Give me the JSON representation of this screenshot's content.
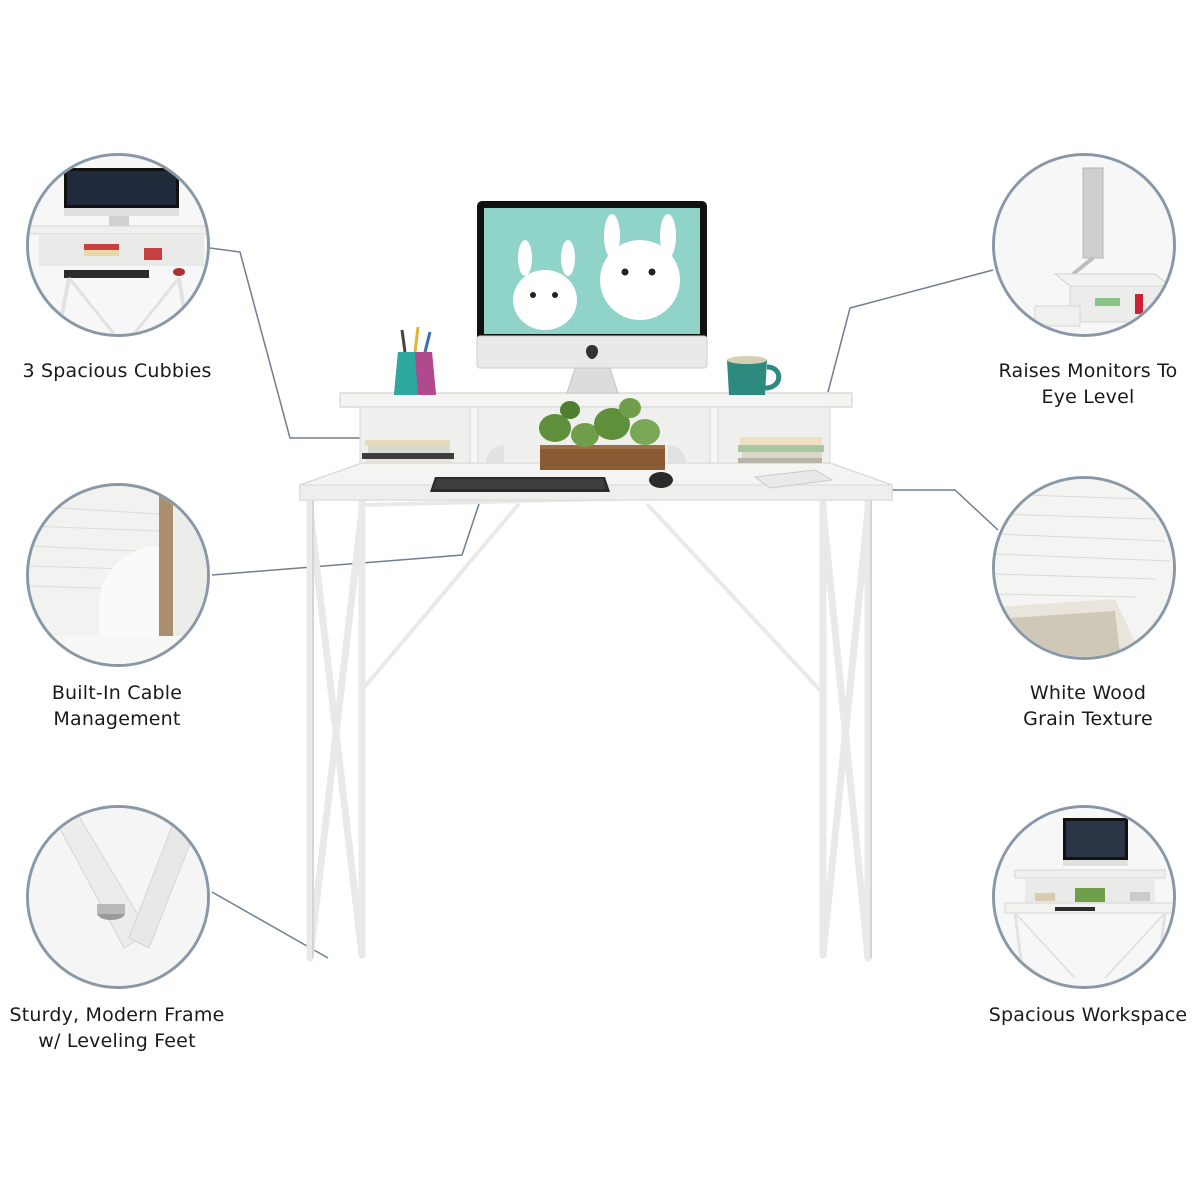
{
  "features": [
    {
      "id": "cubbies",
      "lines": [
        "3 Spacious Cubbies"
      ]
    },
    {
      "id": "cable",
      "lines": [
        "Built-In Cable",
        "Management"
      ]
    },
    {
      "id": "frame",
      "lines": [
        "Sturdy, Modern Frame",
        "w/ Leveling Feet"
      ]
    },
    {
      "id": "monitors",
      "lines": [
        "Raises Monitors To",
        "Eye Level"
      ]
    },
    {
      "id": "woodgrain",
      "lines": [
        "White Wood",
        "Grain Texture"
      ]
    },
    {
      "id": "workspace",
      "lines": [
        "Spacious Workspace"
      ]
    }
  ],
  "colors": {
    "callout_line": "#6f7f90",
    "circle_border": "#8a97a6",
    "monitor_screen": "#8fd3c9",
    "desk_white": "#f4f4f2",
    "plant_green": "#5f8f3a",
    "planter_wood": "#8a5a32",
    "mug_teal": "#2d8a7e"
  }
}
